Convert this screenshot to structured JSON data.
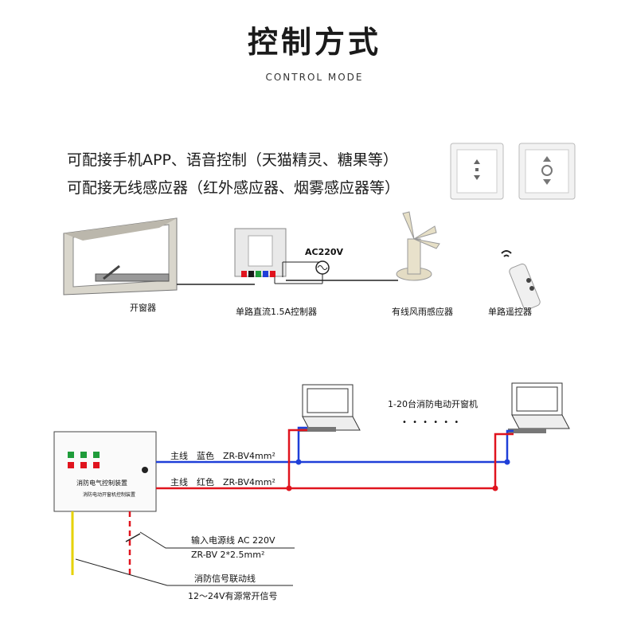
{
  "header": {
    "title": "控制方式",
    "subtitle": "CONTROL MODE"
  },
  "features": [
    "可配接手机APP、语音控制（天猫精灵、糖果等）",
    "可配接无线感应器（红外感应器、烟雾感应器等）"
  ],
  "devices": {
    "opener": "开窗器",
    "controller": "单路直流1.5A控制器",
    "power": "AC220V",
    "sensor": "有线风雨感应器",
    "remote": "单路遥控器"
  },
  "fire_system": {
    "windows_label": "1-20台消防电动开窗机",
    "dots": "• • • • • •",
    "panel_title": "消防电气控制装置",
    "panel_subtitle": "消防电动开窗机控制装置",
    "blue_line": "主线　蓝色　ZR-BV4mm²",
    "red_line": "主线　红色　ZR-BV4mm²",
    "power_in": "输入电源线 AC 220V",
    "power_spec": "ZR-BV 2*2.5mm²",
    "signal_line": "消防信号联动线",
    "signal_spec": "12～24V有源常开信号"
  },
  "colors": {
    "blue_wire": "#1f3fd8",
    "red_wire": "#e0141e",
    "yellow_wire": "#e6d200"
  }
}
